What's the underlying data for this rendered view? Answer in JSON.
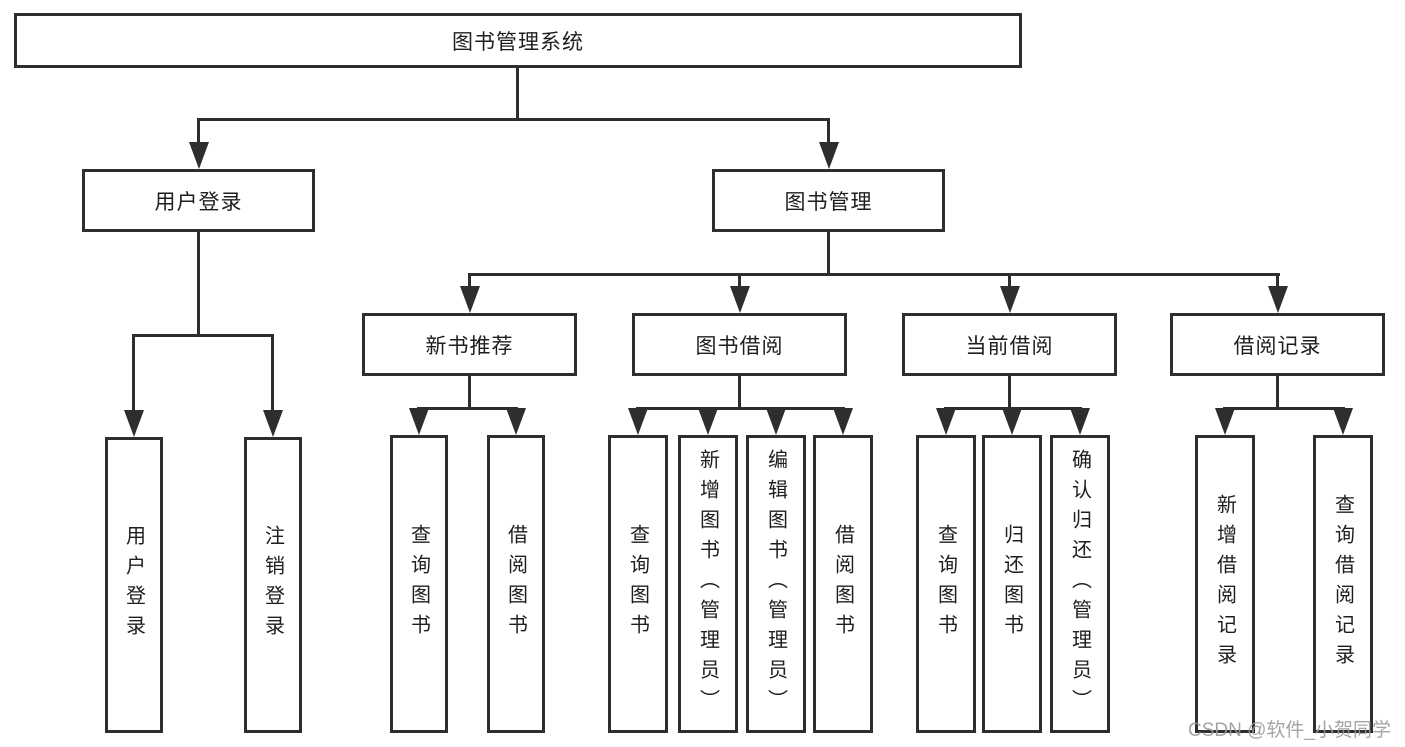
{
  "diagram_type": "hierarchy",
  "colors": {
    "line": "#2e2e2e",
    "text": "#1e1e1e",
    "background": "#ffffff",
    "watermark": "#9b9b9b"
  },
  "tree": {
    "root": "图书管理系统",
    "children": [
      {
        "label": "用户登录",
        "children": [
          "用户登录",
          "注销登录"
        ]
      },
      {
        "label": "图书管理",
        "children": [
          {
            "label": "新书推荐",
            "children": [
              "查询图书",
              "借阅图书"
            ]
          },
          {
            "label": "图书借阅",
            "children": [
              "查询图书",
              "新增图书（管理员）",
              "编辑图书（管理员）",
              "借阅图书"
            ]
          },
          {
            "label": "当前借阅",
            "children": [
              "查询图书",
              "归还图书",
              "确认归还（管理员）"
            ]
          },
          {
            "label": "借阅记录",
            "children": [
              "新增借阅记录",
              "查询借阅记录"
            ]
          }
        ]
      }
    ]
  },
  "watermark": "CSDN @软件_小贺同学"
}
